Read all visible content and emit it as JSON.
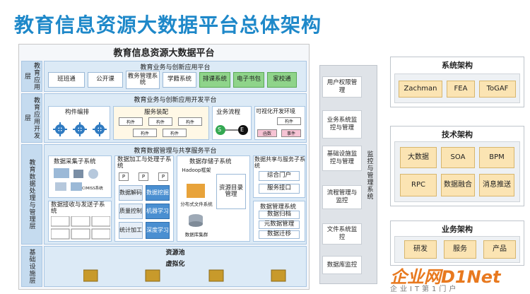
{
  "page_title": "教育信息资源大数据平台总体架构",
  "platform": {
    "title": "教育信息资源大数据平台",
    "app_layer": {
      "label": "教育应用层",
      "title": "教育业务与创新应用平台",
      "chips": [
        "班班通",
        "公开课",
        "教务管理系统",
        "学籍系统",
        "排课系统",
        "电子书包",
        "家校通"
      ]
    },
    "dev_layer": {
      "label": "教育应用开发层",
      "title": "教育业务与创新应用开发平台",
      "panels": {
        "component": "构件编排",
        "service": "服务装配",
        "workflow": "业务流程",
        "visual": "可视化开发环境"
      },
      "mini": {
        "component": "构件",
        "func": "函数",
        "event": "事件",
        "s": "S",
        "e": "E"
      }
    },
    "data_layer": {
      "label": "教育数据处理与管理层",
      "title": "教育数据管理与共享服务平台",
      "collect": {
        "title": "数据采集子系统",
        "cimiss": "CIMISS系统"
      },
      "process": {
        "title": "数据加工与处理子系统",
        "p": "P",
        "tiles": [
          "数据解码",
          "数据挖掘",
          "质量控制",
          "机器学习",
          "统计加工",
          "深度学习"
        ]
      },
      "storage": {
        "title": "数据存储子系统",
        "hadoop": "Hadoop框架",
        "fs": "分布式文件系统",
        "db": "数据库集群",
        "catalog": "资源目录管理"
      },
      "share": {
        "title": "数据共享与服务子系统",
        "items": [
          "综合门户",
          "服务接口"
        ]
      },
      "recv": {
        "title": "数据接收与发送子系统"
      },
      "manage": {
        "title": "数据管理系统",
        "items": [
          "数据归档",
          "元数据管理",
          "数据迁移"
        ]
      }
    },
    "infra_layer": {
      "label": "基础设施层",
      "pool": "资源池",
      "virt": "虚拟化"
    }
  },
  "management": {
    "items": [
      "用户权限管理",
      "业务系统监控与管理",
      "基础设施监控与管理",
      "流程管理与监控",
      "文件系统监控",
      "数据库监控"
    ],
    "vertical": "监控与管理系统"
  },
  "system_arch": {
    "title": "系统架构",
    "items": [
      "Zachman",
      "FEA",
      "ToGAF"
    ]
  },
  "tech_arch": {
    "title": "技术架构",
    "items": [
      "大数据",
      "SOA",
      "BPM",
      "RPC",
      "数据融合",
      "消息推送"
    ]
  },
  "biz_arch": {
    "title": "业务架构",
    "items": [
      "研发",
      "服务",
      "产品"
    ]
  },
  "watermark": {
    "brand": "企业网D1Net",
    "slogan": "企业IT第1门户"
  },
  "colors": {
    "title": "#1e88c9",
    "band": "#dceaf6",
    "tile": "#4a8fd1",
    "chip_green": "#8fd48a",
    "sys_chip": "#fbe4b3",
    "watermark": "#e8791f"
  }
}
